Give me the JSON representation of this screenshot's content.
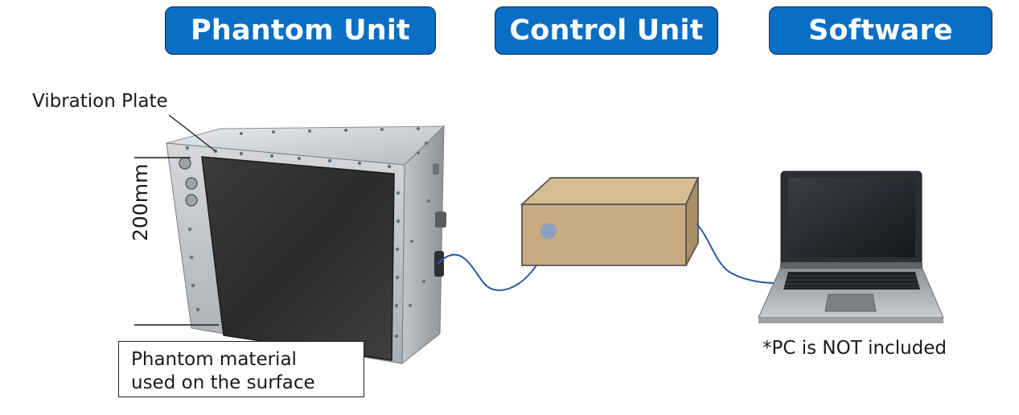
{
  "headers": {
    "phantom_unit": "Phantom Unit",
    "control_unit": "Control Unit",
    "software": "Software"
  },
  "labels": {
    "vibration_plate": "Vibration Plate",
    "dimension": "200mm",
    "phantom_material_line1": "Phantom material",
    "phantom_material_line2": "used on the surface",
    "pc_note": "*PC is NOT included"
  },
  "colors": {
    "header_blue": "#0a6fc4",
    "control_box": "#c9ab80",
    "cable": "#2c5aa0"
  }
}
